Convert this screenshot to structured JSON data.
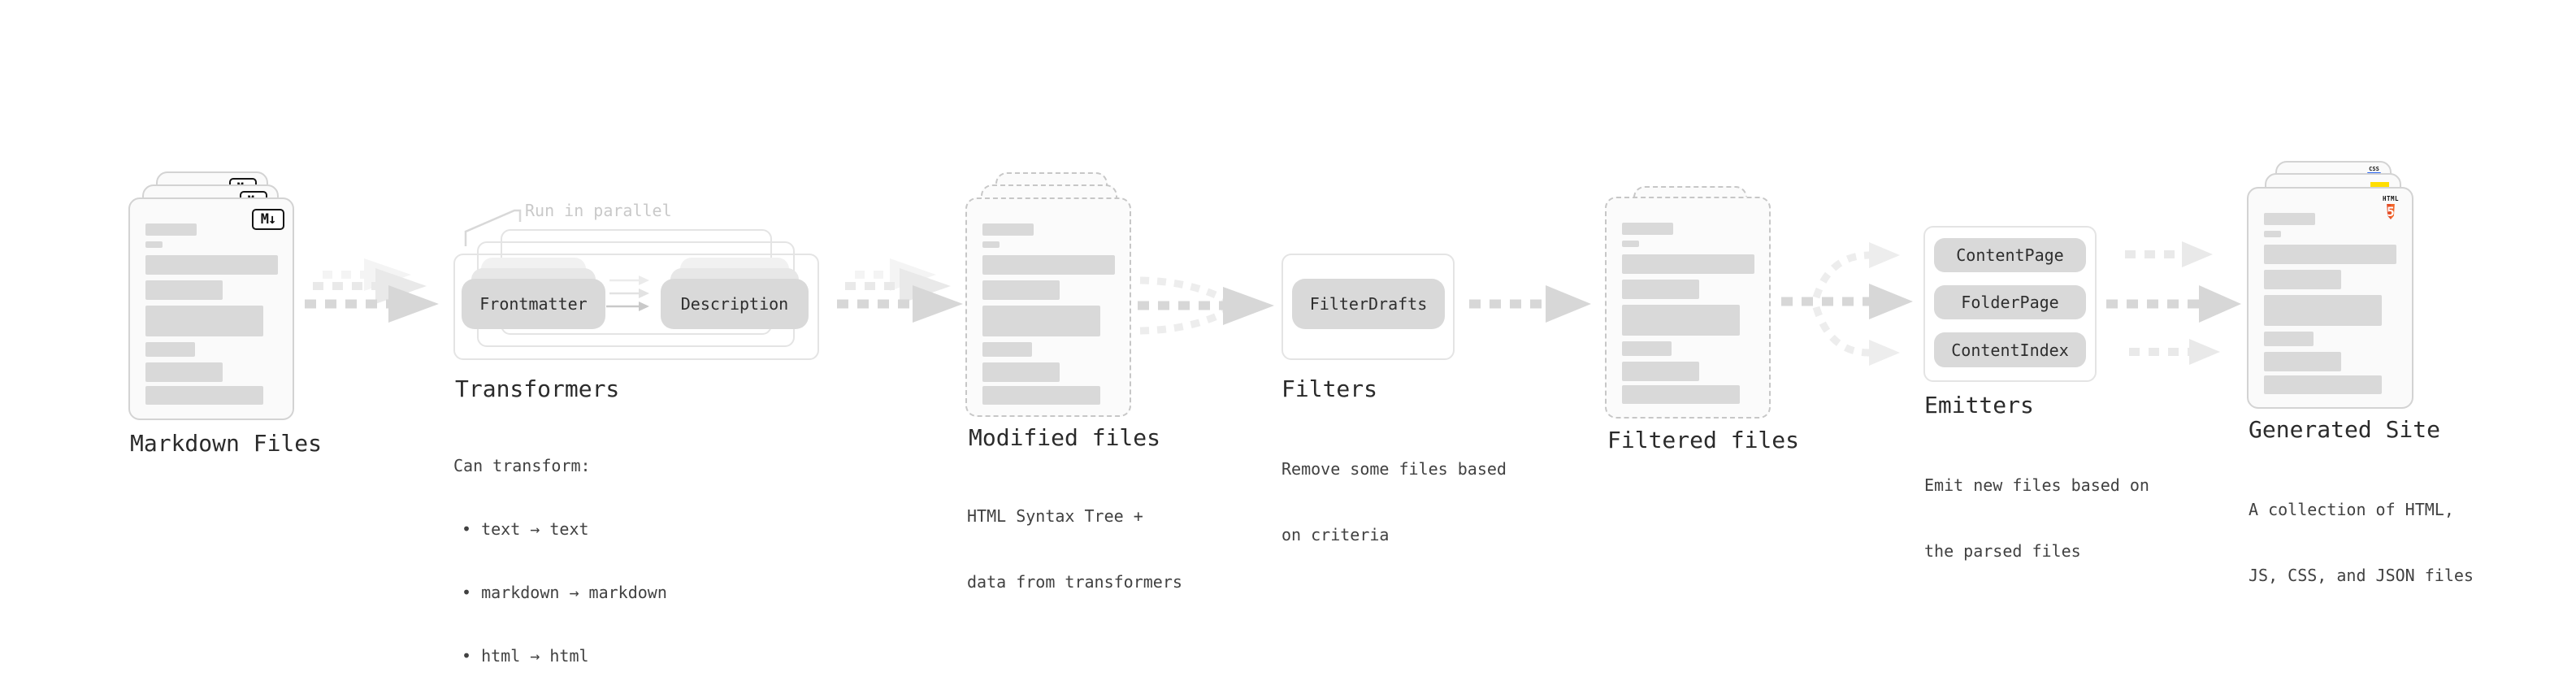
{
  "markdown_files": {
    "label": "Markdown Files",
    "badge": "M↓"
  },
  "transformers": {
    "label": "Transformers",
    "note": "Run in parallel",
    "input_pill": "Frontmatter",
    "output_pill": "Description",
    "desc_heading": "Can transform:",
    "bullets": [
      "• text → text",
      "• markdown → markdown",
      "• html → html"
    ]
  },
  "modified_files": {
    "label": "Modified files",
    "desc_line1": "HTML Syntax Tree +",
    "desc_line2": "data from transformers"
  },
  "filters": {
    "label": "Filters",
    "pill": "FilterDrafts",
    "desc_line1": "Remove some files based",
    "desc_line2": "on criteria"
  },
  "filtered_files": {
    "label": "Filtered files"
  },
  "emitters": {
    "label": "Emitters",
    "pills": [
      "ContentPage",
      "FolderPage",
      "ContentIndex"
    ],
    "desc_line1": "Emit new files based on",
    "desc_line2": "the parsed files"
  },
  "generated_site": {
    "label": "Generated Site",
    "desc_line1": "A collection of HTML,",
    "desc_line2": "JS, CSS, and JSON files",
    "css_badge": "CSS",
    "html_badge": "HTML",
    "html_number": "5"
  },
  "colors": {
    "accent_html5": "#e44d26",
    "accent_html5_light": "#f16529",
    "accent_js": "#ffde00",
    "accent_css": "#2965f1",
    "bar_gray": "#d9d9d9",
    "arrow_gray": "#d7d7d7"
  }
}
